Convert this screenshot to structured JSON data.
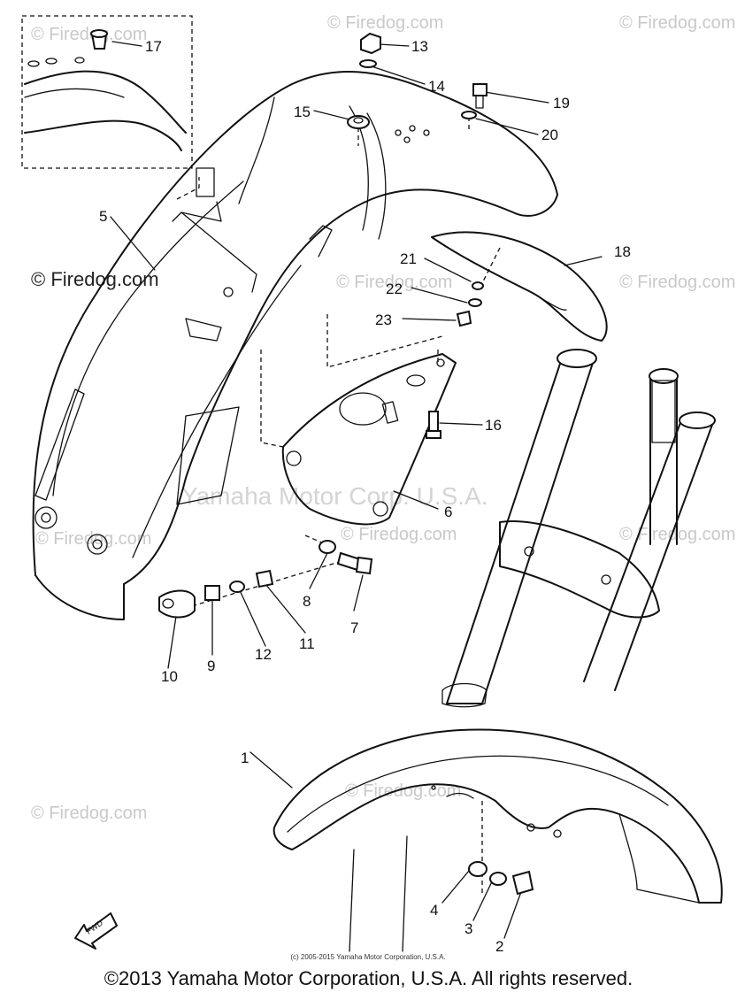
{
  "watermarks": [
    "© Firedog.com",
    "© Firedog.com",
    "© Firedog.com",
    "© Firedog.com",
    "© Firedog.com",
    "© Firedog.com",
    "© Firedog.com",
    "© Firedog.com",
    "© Firedog.com",
    "© Firedog.com"
  ],
  "watermark_dark": "© Firedog.com",
  "watermark_center": "Yamaha Motor Corp. U.S.A.",
  "fwd_label": "FWD",
  "small_copyright": "(c) 2005-2015 Yamaha Motor Corporation, U.S.A.",
  "footer": "©2013 Yamaha Motor Corporation, U.S.A. All rights reserved.",
  "callouts": [
    "1",
    "2",
    "3",
    "4",
    "5",
    "6",
    "7",
    "8",
    "9",
    "10",
    "11",
    "12",
    "13",
    "14",
    "15",
    "16",
    "17",
    "18",
    "19",
    "20",
    "21",
    "22",
    "23"
  ]
}
